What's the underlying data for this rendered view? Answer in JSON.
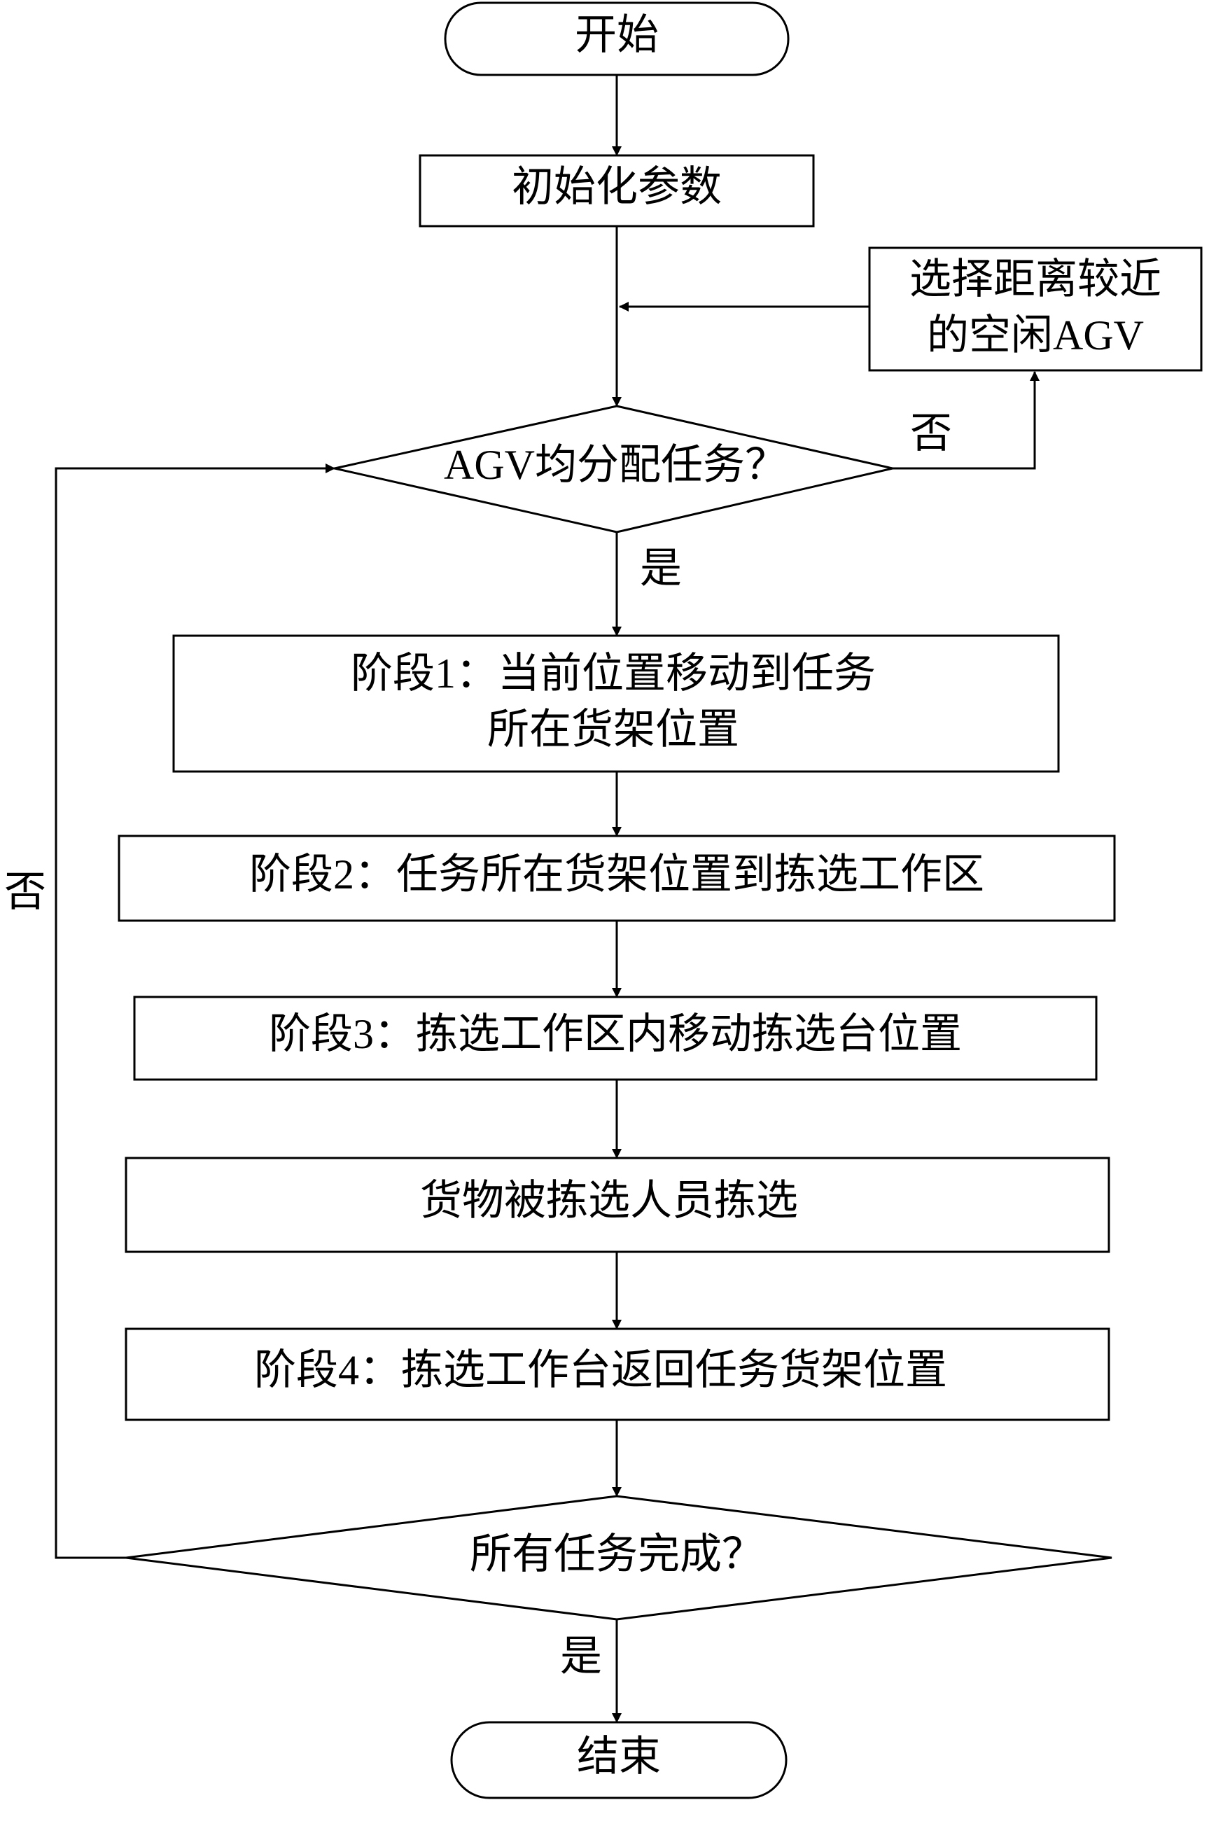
{
  "flowchart": {
    "start": "开始",
    "init": "初始化参数",
    "select_agv": [
      "选择距离较近",
      "的空闲AGV"
    ],
    "decision_assigned": "AGV均分配任务？",
    "label_no_top": "否",
    "label_yes_top": "是",
    "stage1": [
      "阶段1：当前位置移动到任务",
      "所在货架位置"
    ],
    "stage2": "阶段2：任务所在货架位置到拣选工作区",
    "stage3": "阶段3：拣选工作区内移动拣选台位置",
    "picking": "货物被拣选人员拣选",
    "stage4": "阶段4：拣选工作台返回任务货架位置",
    "decision_done": "所有任务完成？",
    "label_no_left": "否",
    "label_yes_bottom": "是",
    "end": "结束"
  }
}
